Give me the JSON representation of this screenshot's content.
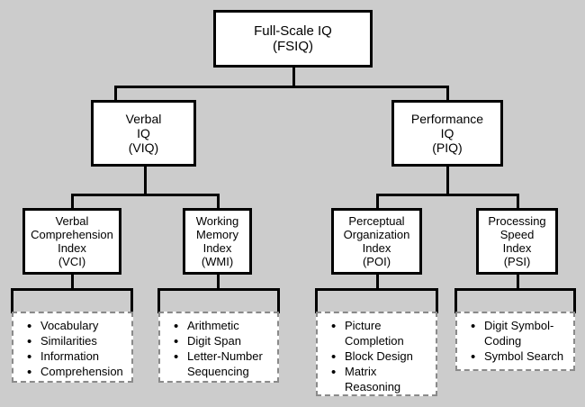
{
  "diagram": {
    "title_node": {
      "name": "full-scale-iq",
      "lines": [
        "Full-Scale IQ",
        "(FSIQ)"
      ]
    },
    "level2": [
      {
        "name": "verbal-iq",
        "lines": [
          "Verbal",
          "IQ",
          "(VIQ)"
        ]
      },
      {
        "name": "performance-iq",
        "lines": [
          "Performance",
          "IQ",
          "(PIQ)"
        ]
      }
    ],
    "level3": [
      {
        "name": "verbal-comprehension-index",
        "lines": [
          "Verbal",
          "Comprehension",
          "Index",
          "(VCI)"
        ]
      },
      {
        "name": "working-memory-index",
        "lines": [
          "Working",
          "Memory",
          "Index",
          "(WMI)"
        ]
      },
      {
        "name": "perceptual-organization-index",
        "lines": [
          "Perceptual",
          "Organization",
          "Index",
          "(POI)"
        ]
      },
      {
        "name": "processing-speed-index",
        "lines": [
          "Processing",
          "Speed",
          "Index",
          "(PSI)"
        ]
      }
    ],
    "subtests": [
      {
        "name": "vci-subtests",
        "items": [
          "Vocabulary",
          "Similarities",
          "Information",
          "Comprehension"
        ]
      },
      {
        "name": "wmi-subtests",
        "items": [
          "Arithmetic",
          "Digit Span",
          "Letter-Number\nSequencing"
        ]
      },
      {
        "name": "poi-subtests",
        "items": [
          "Picture\nCompletion",
          "Block Design",
          "Matrix\nReasoning"
        ]
      },
      {
        "name": "psi-subtests",
        "items": [
          "Digit Symbol-\nCoding",
          "Symbol Search"
        ]
      }
    ],
    "colors": {
      "background": "#cccccc",
      "node_fill": "#ffffff",
      "node_border": "#000000",
      "dashed_border": "#8a8a8a",
      "text": "#000000"
    }
  }
}
